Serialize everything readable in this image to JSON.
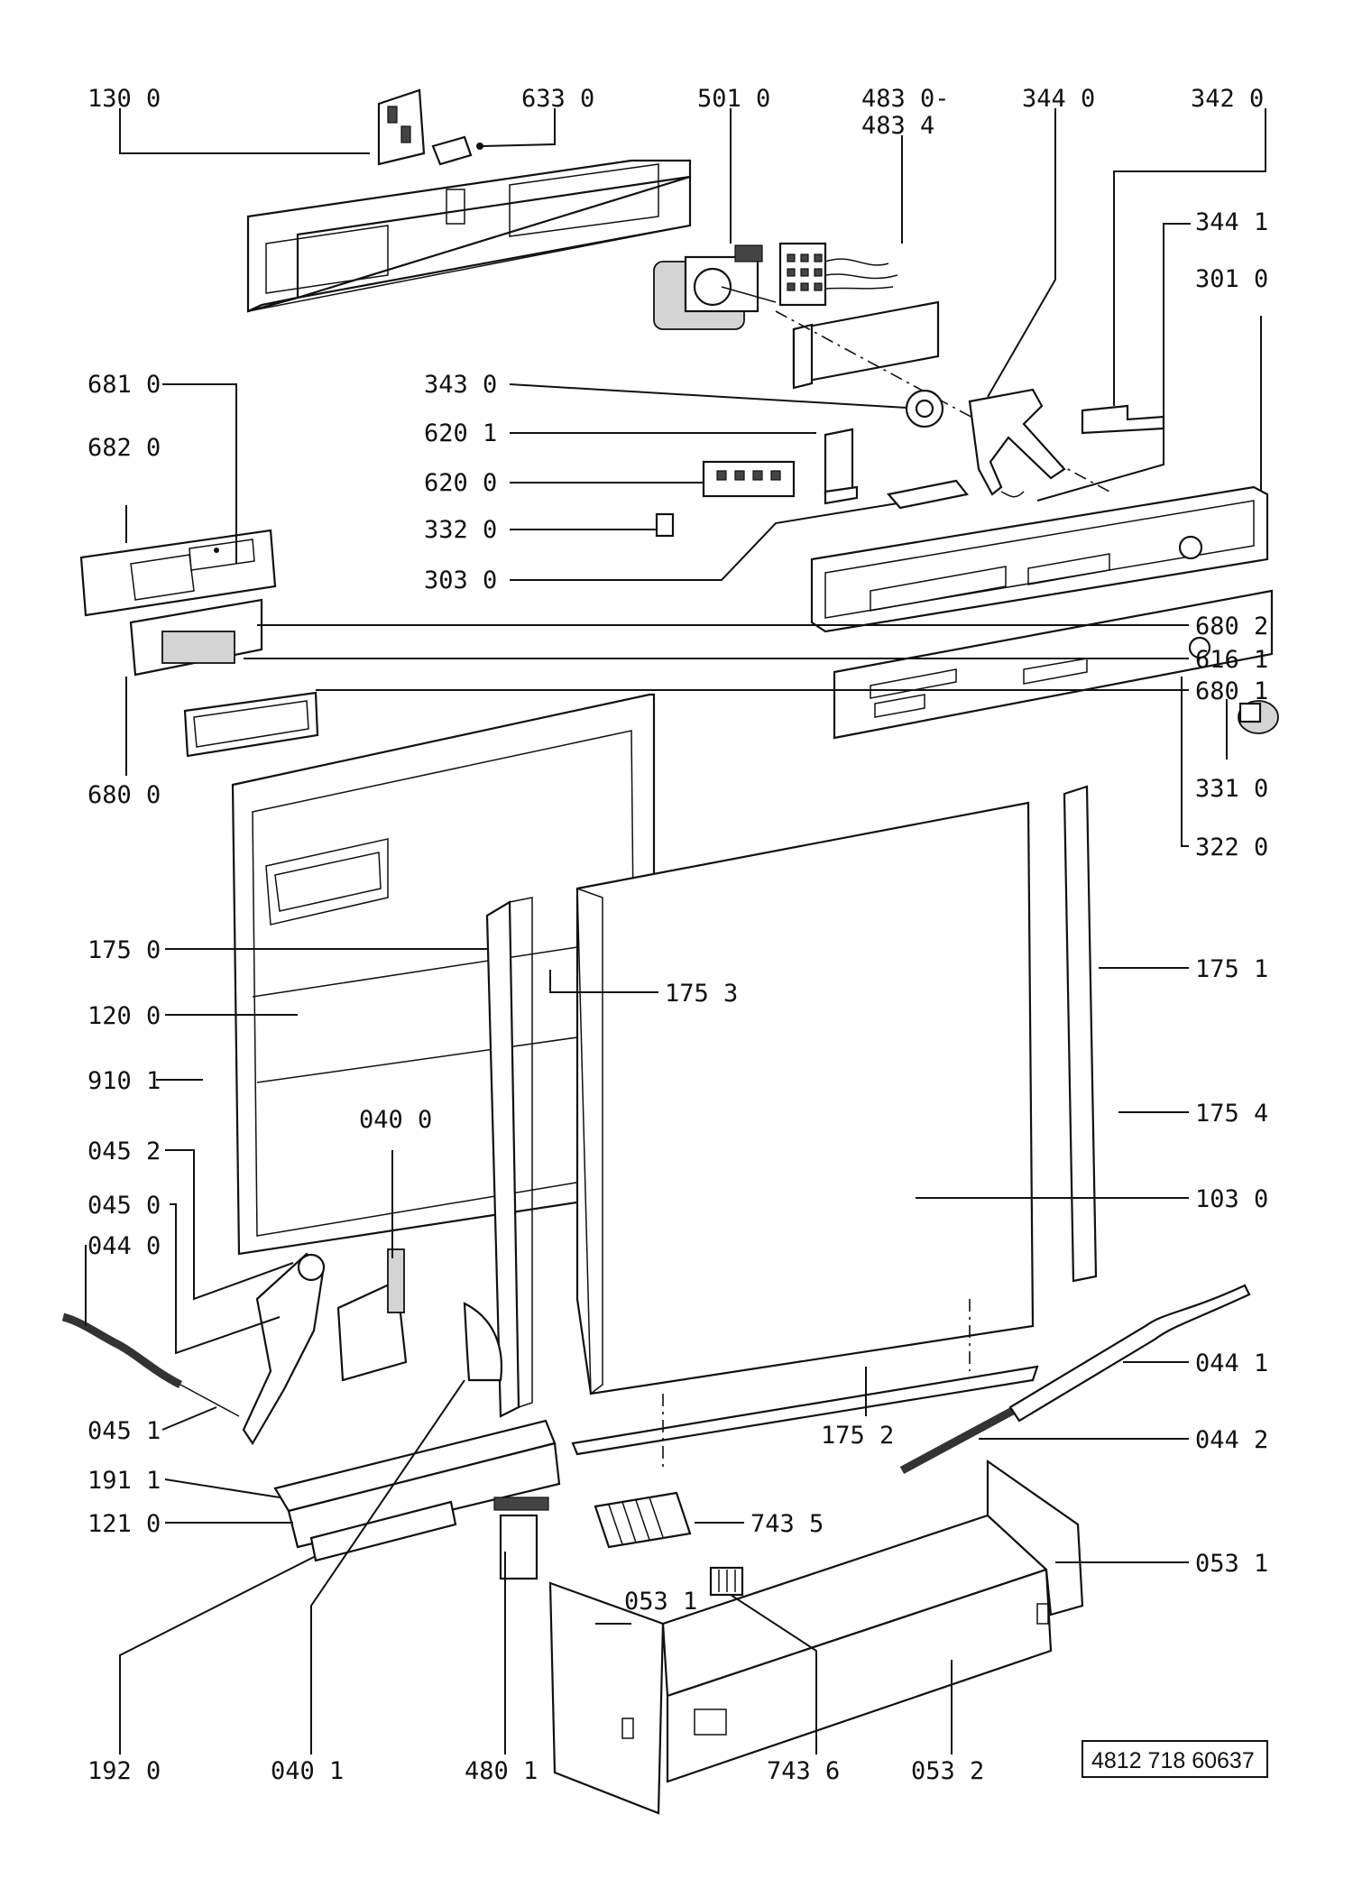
{
  "document_number": "4812 718 60637",
  "callouts": [
    {
      "id": "p1300",
      "text": "130 0"
    },
    {
      "id": "p6330",
      "text": "633 0"
    },
    {
      "id": "p5010",
      "text": "501 0"
    },
    {
      "id": "p4830",
      "text": "483 0-"
    },
    {
      "id": "p4834",
      "text": "483 4"
    },
    {
      "id": "p3440",
      "text": "344 0"
    },
    {
      "id": "p3420",
      "text": "342 0"
    },
    {
      "id": "p3441",
      "text": "344 1"
    },
    {
      "id": "p3010",
      "text": "301 0"
    },
    {
      "id": "p6810",
      "text": "681 0"
    },
    {
      "id": "p6820",
      "text": "682 0"
    },
    {
      "id": "p3430",
      "text": "343 0"
    },
    {
      "id": "p6201",
      "text": "620 1"
    },
    {
      "id": "p6200",
      "text": "620 0"
    },
    {
      "id": "p3320",
      "text": "332 0"
    },
    {
      "id": "p3030",
      "text": "303 0"
    },
    {
      "id": "p6802",
      "text": "680 2"
    },
    {
      "id": "p6161",
      "text": "616 1"
    },
    {
      "id": "p6801",
      "text": "680 1"
    },
    {
      "id": "p6800",
      "text": "680 0"
    },
    {
      "id": "p3310",
      "text": "331 0"
    },
    {
      "id": "p3220",
      "text": "322 0"
    },
    {
      "id": "p1750",
      "text": "175 0"
    },
    {
      "id": "p1753",
      "text": "175 3"
    },
    {
      "id": "p1751",
      "text": "175 1"
    },
    {
      "id": "p1200",
      "text": "120 0"
    },
    {
      "id": "p9101",
      "text": "910 1"
    },
    {
      "id": "p1754",
      "text": "175 4"
    },
    {
      "id": "p0400",
      "text": "040 0"
    },
    {
      "id": "p0452",
      "text": "045 2"
    },
    {
      "id": "p1030",
      "text": "103 0"
    },
    {
      "id": "p0450",
      "text": "045 0"
    },
    {
      "id": "p0440",
      "text": "044 0"
    },
    {
      "id": "p0441",
      "text": "044 1"
    },
    {
      "id": "p0451",
      "text": "045 1"
    },
    {
      "id": "p1752",
      "text": "175 2"
    },
    {
      "id": "p0442",
      "text": "044 2"
    },
    {
      "id": "p1911",
      "text": "191 1"
    },
    {
      "id": "p7435",
      "text": "743 5"
    },
    {
      "id": "p1210",
      "text": "121 0"
    },
    {
      "id": "p0531a",
      "text": "053 1"
    },
    {
      "id": "p0531b",
      "text": "053 1"
    },
    {
      "id": "p1920",
      "text": "192 0"
    },
    {
      "id": "p0401",
      "text": "040 1"
    },
    {
      "id": "p4801",
      "text": "480 1"
    },
    {
      "id": "p7436",
      "text": "743 6"
    },
    {
      "id": "p0532",
      "text": "053 2"
    }
  ]
}
